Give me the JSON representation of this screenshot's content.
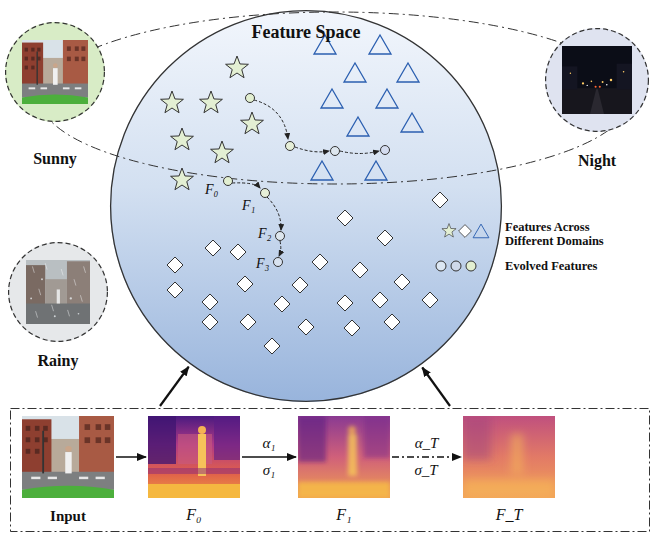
{
  "diagram": {
    "nodes": [
      {
        "text": [
          "Sunny"
        ]
      },
      {
        "text": [
          "Feature Space"
        ]
      },
      {
        "text": [
          "Night"
        ]
      },
      {
        "text": [
          "Rainy"
        ]
      },
      {
        "text": []
      },
      {
        "text": [
          "Input"
        ],
        "in": 4
      },
      {
        "text": [
          "F₀"
        ],
        "in": 4
      },
      {
        "text": [
          "F₁"
        ],
        "in": 4
      },
      {
        "text": [
          "F_T"
        ],
        "in": 4
      }
    ],
    "edges": [
      {
        "from": 5,
        "to": 6,
        "arrow": "to"
      },
      {
        "from": 6,
        "to": 7,
        "arrow": "to",
        "label": "α₁"
      },
      {
        "from": 7,
        "to": 8,
        "arrow": "to",
        "label": "α_T"
      },
      {
        "from": 4,
        "to": 1,
        "arrow": "to"
      },
      {
        "from": 4,
        "to": 1,
        "arrow": "to"
      }
    ],
    "labels": [
      "F₀",
      "F₁",
      "F₂",
      "F₃",
      "σ₁",
      "σ_T"
    ],
    "legend": [
      {
        "text": "Features Across Different Domains"
      },
      {
        "text": "Evolved Features"
      }
    ]
  }
}
